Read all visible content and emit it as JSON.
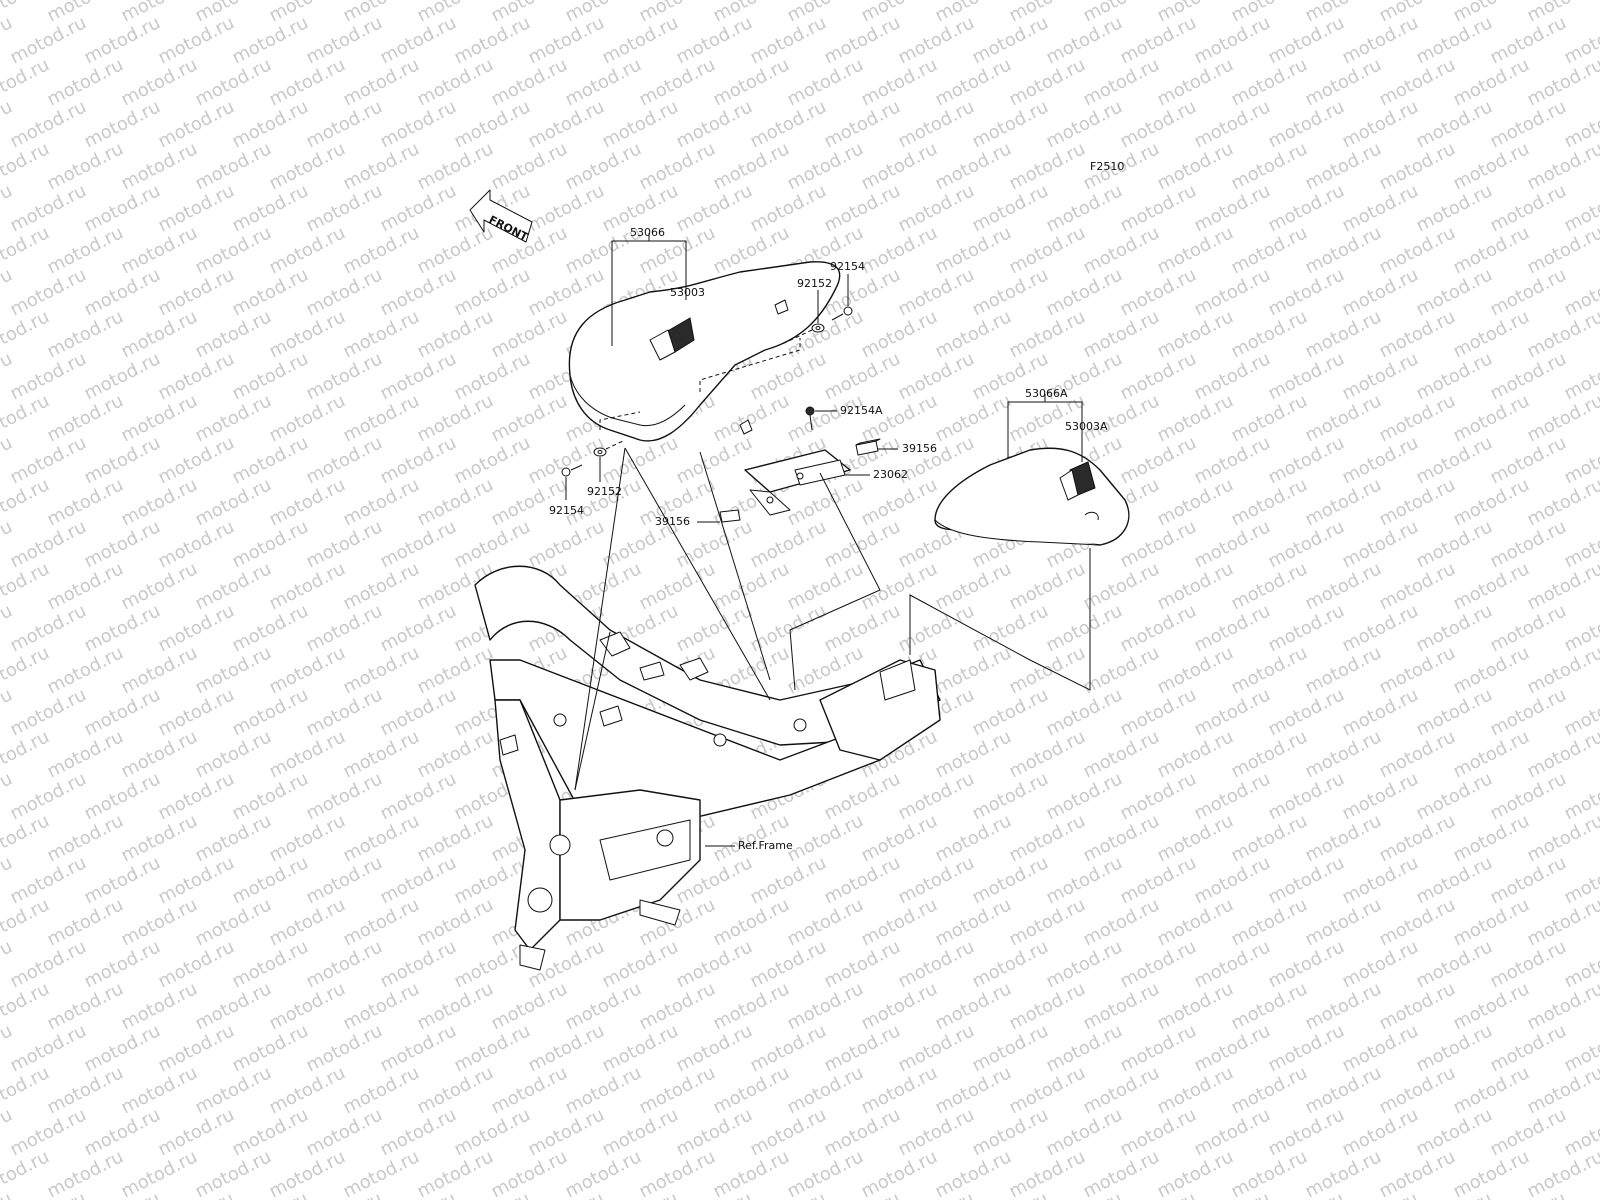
{
  "watermark": {
    "text": "motod.ru",
    "color": "#c9c9c9"
  },
  "figure_code": "F2510",
  "front_arrow": "FRONT",
  "labels": {
    "seat_assy": "53066",
    "seat_pad": "53003",
    "bolt_rear_top": "92154",
    "washer_rear_top": "92152",
    "bolt_front": "92154",
    "washer_front": "92152",
    "bolt_a": "92154A",
    "damper_right": "39156",
    "bracket": "23062",
    "damper_left": "39156",
    "pillion_assy": "53066A",
    "pillion_pad": "53003A",
    "ref_frame": "Ref.Frame"
  }
}
